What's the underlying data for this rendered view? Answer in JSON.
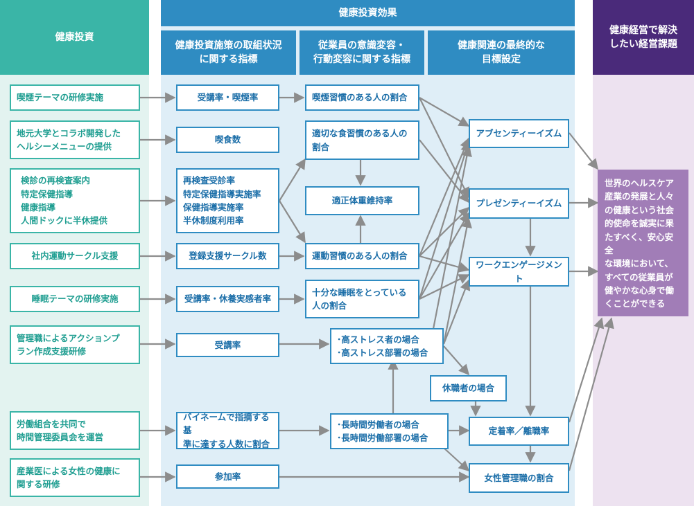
{
  "headers": {
    "investment": "健康投資",
    "effect": "健康投資効果",
    "effect_sub1": "健康投資施策の取組状況\nに関する指標",
    "effect_sub2": "従業員の意識変容・\n行動変容に関する指標",
    "effect_sub3": "健康関連の最終的な\n目標設定",
    "issue": "健康経営で解決\nしたい経営課題"
  },
  "colors": {
    "teal": "#3ab5a7",
    "teal_bg": "#e3f3f0",
    "blue": "#2f8cc2",
    "blue_bg": "#dfeef7",
    "purple": "#4a2a7a",
    "purple_bg": "#ede2f0",
    "goal": "#a17db7",
    "arrow": "#8c8c8c"
  },
  "investments": [
    "喫煙テーマの研修実施",
    "地元大学とコラボ開発した\nヘルシーメニューの提供",
    "検診の再検査案内\n特定保健指導\n健康指導\n人間ドックに半休提供",
    "社内運動サークル支援",
    "睡眠テーマの研修実施",
    "管理職によるアクションプ\nラン作成支援研修",
    "労働組合を共同で\n時間管理委員会を運営",
    "産業医による女性の健康に\n関する研修"
  ],
  "indicators": [
    "受講率・喫煙率",
    "喫食数",
    "再検査受診率\n特定保健指導実施率\n保健指導実施率\n半休制度利用率",
    "登録支援サークル数",
    "受講率・休養実感者率",
    "受講率",
    "バイネームで指摘する基\n準に達する人数に割合",
    "参加率"
  ],
  "behaviors": {
    "smoking": "喫煙習慣のある人の割合",
    "diet": "適切な食習慣のある人の\n割合",
    "weight": "適正体重維持率",
    "exercise": "運動習慣のある人の割合",
    "sleep": "十分な睡眠をとっている\n人の割合",
    "stress": "･高ストレス者の場合\n･高ストレス部署の場合",
    "leave": "休職者の場合",
    "overtime": "･長時間労働者の場合\n･長時間労働部署の場合"
  },
  "outcomes": {
    "absenteeism": "アブセンティーイズム",
    "presenteeism": "プレゼンティーイズム",
    "engagement": "ワークエンゲージメント",
    "retention": "定着率／離職率",
    "women_managers": "女性管理職の割合"
  },
  "goal": "世界のヘルスケア\n産業の発展と人々\nの健康という社会\n的使命を誠実に果\nたすべく、安心安全\nな環境において、\nすべての従業員が\n健やかな心身で働\nくことができる"
}
